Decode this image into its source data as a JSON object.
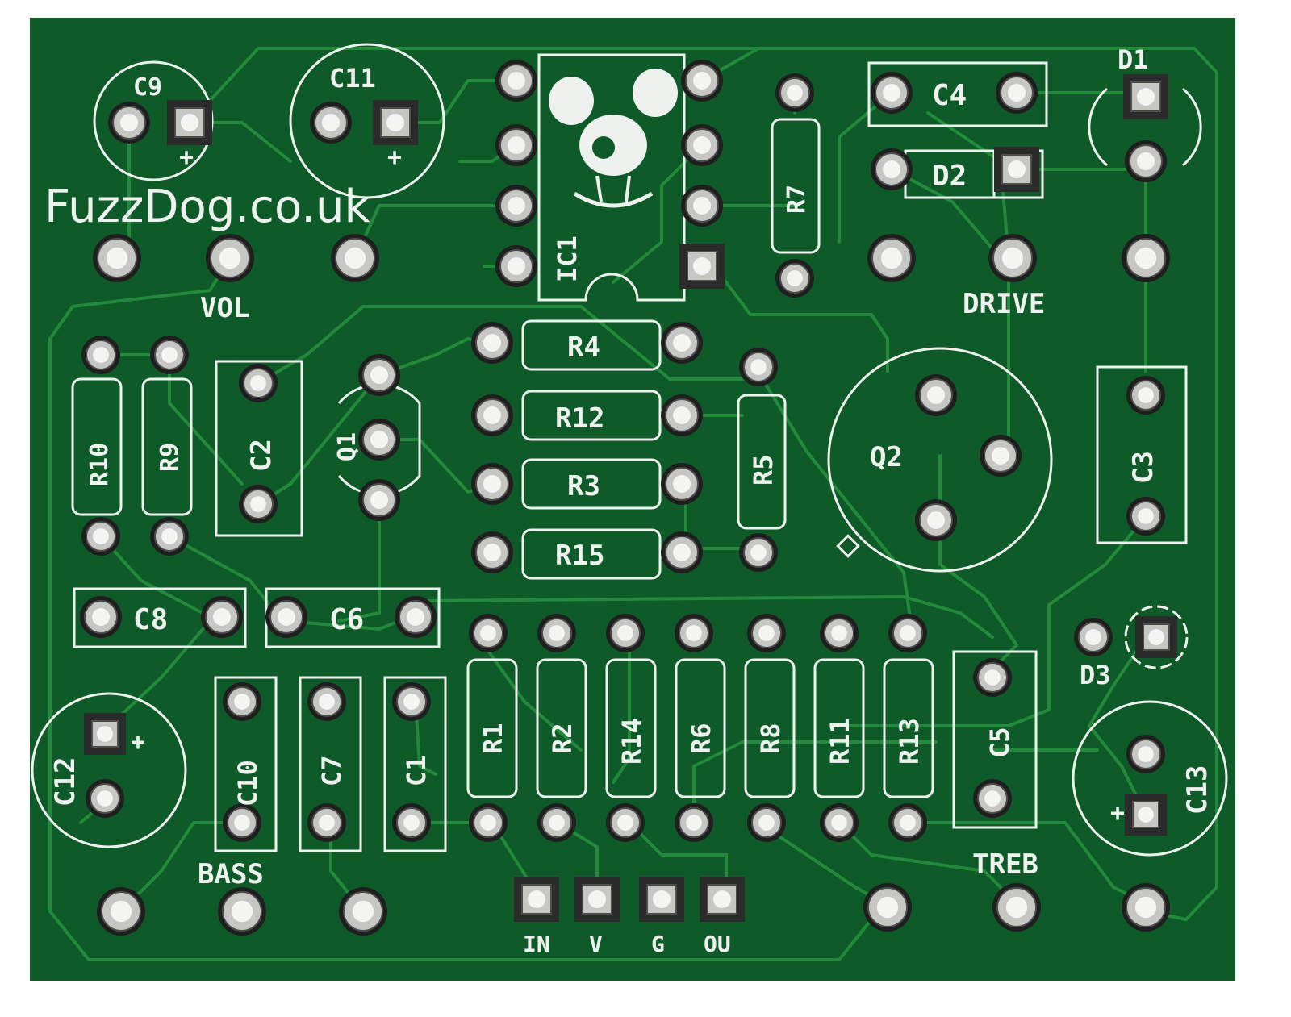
{
  "board": {
    "brand_text": "FuzzDog.co.uk",
    "colors": {
      "soldermask": "#0e5a28",
      "trace": "#238a3c",
      "silkscreen": "#eef2ee",
      "pad": "#c6c6c2"
    }
  },
  "labels": {
    "c9": "C9",
    "c11": "C11",
    "ic1": "IC1",
    "c4": "C4",
    "d1": "D1",
    "d2": "D2",
    "r7": "R7",
    "vol": "VOL",
    "drive": "DRIVE",
    "r10": "R10",
    "r9": "R9",
    "c2": "C2",
    "q1": "Q1",
    "r4": "R4",
    "r12": "R12",
    "r3": "R3",
    "r15": "R15",
    "r5": "R5",
    "q2": "Q2",
    "c3": "C3",
    "c8": "C8",
    "c6": "C6",
    "d3": "D3",
    "c12": "C12",
    "c10": "C10",
    "c7": "C7",
    "c1": "C1",
    "r1": "R1",
    "r2": "R2",
    "r14": "R14",
    "r6": "R6",
    "r8": "R8",
    "r11": "R11",
    "r13": "R13",
    "c5": "C5",
    "c13": "C13",
    "bass": "BASS",
    "treb": "TREB",
    "plus": "+",
    "io_in": "IN",
    "io_v": "V",
    "io_g": "G",
    "io_out": "OU"
  }
}
